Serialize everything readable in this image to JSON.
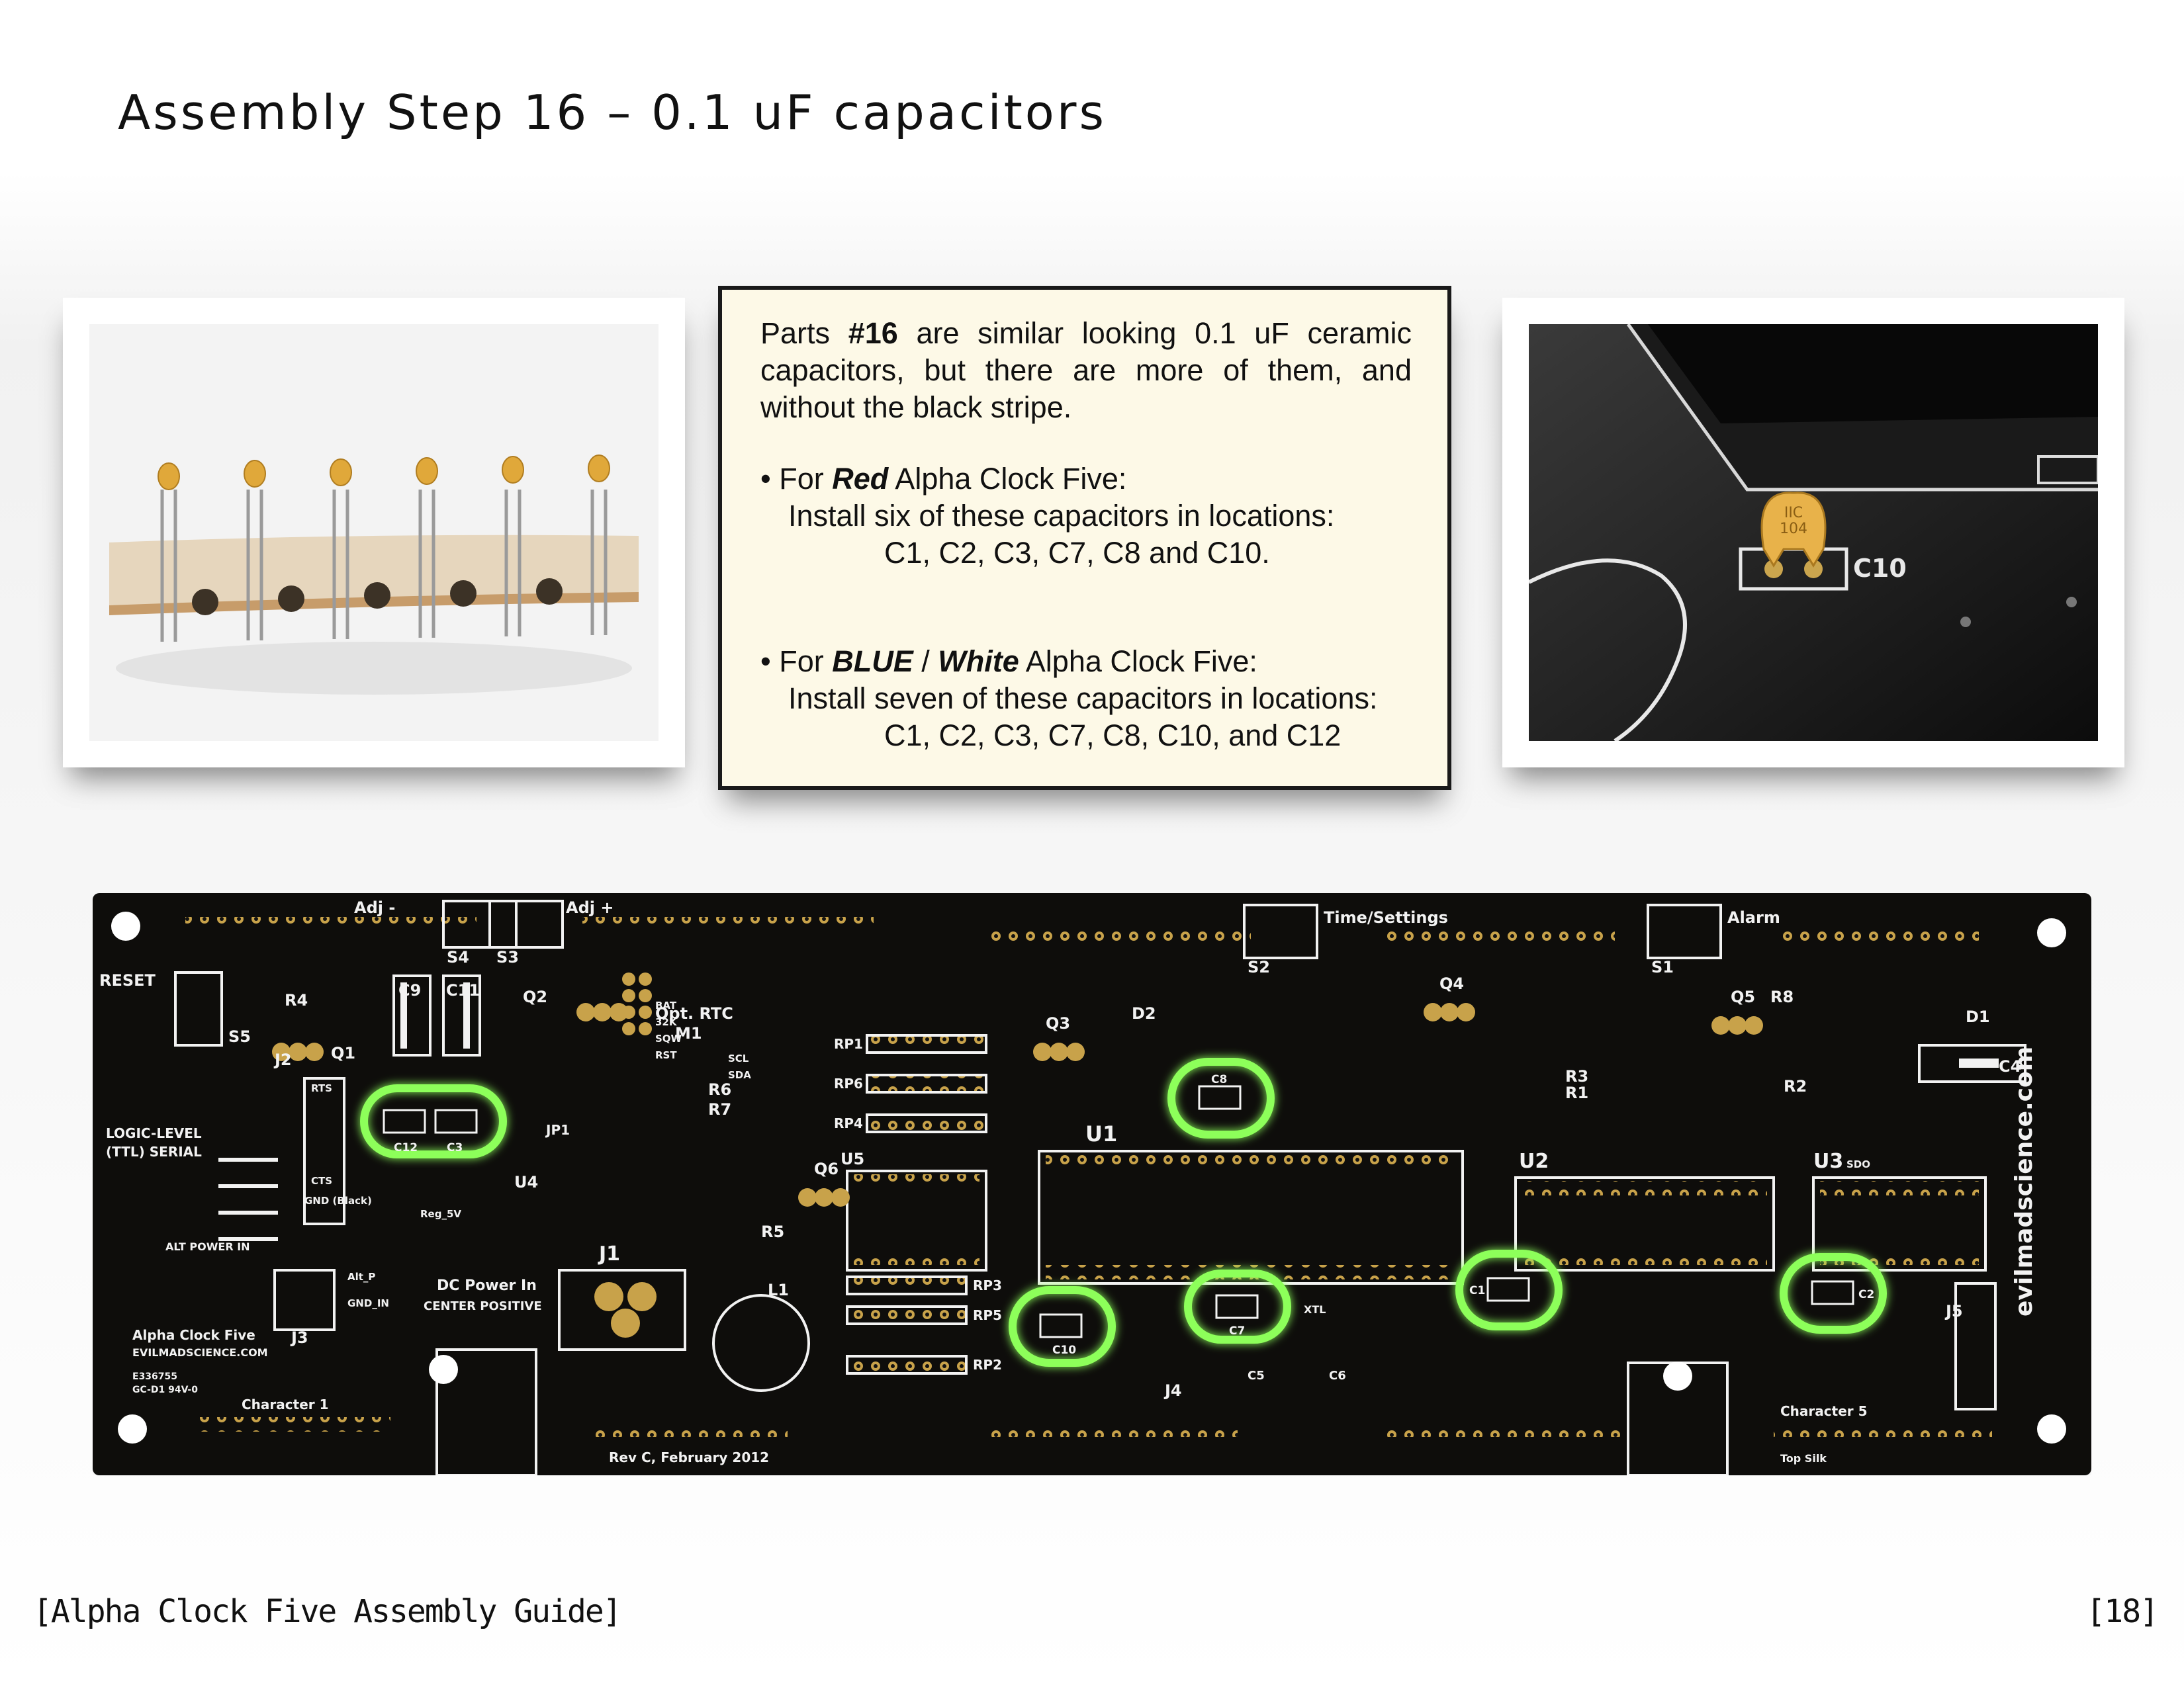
{
  "title": "Assembly Step 16 – 0.1 uF capacitors",
  "note": {
    "intro_pre": "Parts ",
    "intro_part": "#16",
    "intro_post": " are similar looking 0.1 uF ceramic capacitors, but there are more of them, and without the black stripe.",
    "red": {
      "prefix": "• For ",
      "color": "Red",
      "suffix": " Alpha Clock Five:",
      "instruction": "Install six of these capacitors in locations:",
      "locations": "C1, C2, C3, C7, C8 and C10."
    },
    "blue": {
      "prefix": "• For ",
      "color_a": "BLUE",
      "sep": " / ",
      "color_b": "White",
      "suffix": " Alpha Clock Five:",
      "instruction": "Install seven of these capacitors in locations:",
      "locations": "C1, C2, C3, C7, C8, C10, and C12"
    }
  },
  "closeup": {
    "cap_marking_1": "IIC",
    "cap_marking_2": "104",
    "silk_label": "C10"
  },
  "board": {
    "labels": {
      "reset": "RESET",
      "adj_minus": "Adj -",
      "adj_plus": "Adj +",
      "time_settings": "Time/Settings",
      "alarm": "Alarm",
      "opt_rtc": "Opt. RTC",
      "m1": "M1",
      "logic_level": "LOGIC-LEVEL",
      "ttl_serial": "(TTL) SERIAL",
      "alt_power": "ALT POWER IN",
      "dc_power": "DC Power In",
      "center_positive": "CENTER POSITIVE",
      "j1": "J1",
      "j2": "J2",
      "j3": "J3",
      "j4": "J4",
      "j5": "J5",
      "l1": "L1",
      "u1": "U1",
      "u2": "U2",
      "u3": "U3",
      "u4": "U4",
      "u5": "U5",
      "q1": "Q1",
      "q2": "Q2",
      "q3": "Q3",
      "q4": "Q4",
      "q5": "Q5",
      "q6": "Q6",
      "d1": "D1",
      "d2": "D2",
      "s1": "S1",
      "s2": "S2",
      "s3": "S3",
      "s4": "S4",
      "s5": "S5",
      "r1": "R1",
      "r2": "R2",
      "r3": "R3",
      "r4": "R4",
      "r5": "R5",
      "r6": "R6",
      "r7": "R7",
      "r8": "R8",
      "rp1": "RP1",
      "rp2": "RP2",
      "rp3": "RP3",
      "rp4": "RP4",
      "rp5": "RP5",
      "rp6": "RP6",
      "c4": "C4",
      "c5": "C5",
      "c6": "C6",
      "c9": "C9",
      "c11": "C11",
      "jp1": "JP1",
      "alpha_clock": "Alpha Clock Five",
      "ems": "EVILMADSCIENCE.COM",
      "cert_1": "E336755",
      "cert_2": "GC-D1 94V-0",
      "char1": "Character 1",
      "char5": "Character 5",
      "rev": "Rev C, February 2012",
      "top_silk": "Top Silk",
      "website": "evilmadscience.com",
      "gnd_black": "GND (Black)",
      "alt_p": "Alt_P",
      "gnd_in": "GND_IN",
      "reg_5v": "Reg_5V",
      "xtl": "XTL",
      "bat": "BAT",
      "k32": "32K",
      "sqw": "SQW",
      "rst": "RST",
      "scl": "SCL",
      "sda": "SDA",
      "sdo": "SDO",
      "rts": "RTS",
      "cts": "CTS"
    },
    "highlighted": [
      "C12",
      "C3",
      "C8",
      "C10",
      "C7",
      "C1",
      "C2"
    ]
  },
  "footer": {
    "left": "[Alpha Clock Five Assembly Guide]",
    "right": "[18]"
  },
  "colors": {
    "pcb": "#0e0d0b",
    "silk": "#f2f2f2",
    "pad": "#c8a24a",
    "highlight": "#8dff5a",
    "note_bg": "#fdf9e7"
  }
}
